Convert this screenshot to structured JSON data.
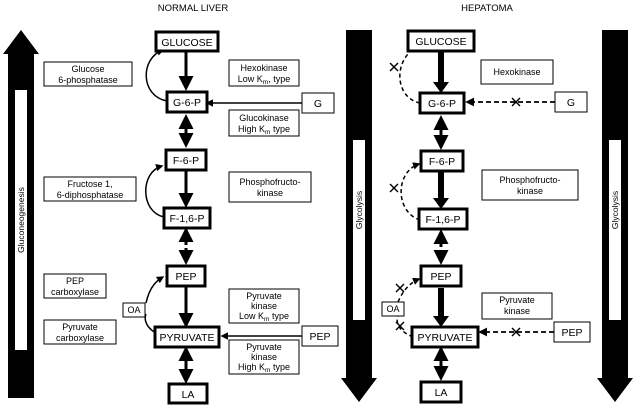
{
  "headers": {
    "left": "NORMAL LIVER",
    "right": "HEPATOMA"
  },
  "side_labels": {
    "gluconeogenesis": "Gluconeogenesis",
    "glycolysis": "Glycolysis"
  },
  "normal": {
    "nodes": {
      "glucose": "GLUCOSE",
      "g6p": "G-6-P",
      "f6p": "F-6-P",
      "f16p": "F-1,6-P",
      "pep": "PEP",
      "pyruvate": "PYRUVATE",
      "la": "LA",
      "g": "G",
      "pep_in": "PEP",
      "oa": "OA"
    },
    "enzymes": {
      "g6pase": [
        "Glucose",
        "6-phosphatase"
      ],
      "hexokinase": [
        "Hexokinase",
        "Low K",
        "m",
        ", type"
      ],
      "glucokinase": [
        "Glucokinase",
        "High K",
        "m",
        " type"
      ],
      "fructose_diphosphatase": [
        "Fructose 1,",
        "6-diphosphatase"
      ],
      "pfk": [
        "Phosphofructo-",
        "kinase"
      ],
      "pep_carboxylase": [
        "PEP",
        "carboxylase"
      ],
      "pyruvate_carboxylase": [
        "Pyruvate",
        "carboxylase"
      ],
      "pk_low": [
        "Pyruvate",
        "kinase",
        "Low K",
        "m",
        " type"
      ],
      "pk_high": [
        "Pyruvate",
        "kinase",
        "High K",
        "m",
        " type"
      ]
    }
  },
  "hepatoma": {
    "nodes": {
      "glucose": "GLUCOSE",
      "g6p": "G-6-P",
      "f6p": "F-6-P",
      "f16p": "F-1,6-P",
      "pep": "PEP",
      "pyruvate": "PYRUVATE",
      "la": "LA",
      "g": "G",
      "pep_in": "PEP",
      "oa": "OA"
    },
    "enzymes": {
      "hexokinase": [
        "Hexokinase"
      ],
      "pfk": [
        "Phosphofructo-",
        "kinase"
      ],
      "pyruvate_kinase": [
        "Pyruvate",
        "kinase"
      ]
    }
  }
}
